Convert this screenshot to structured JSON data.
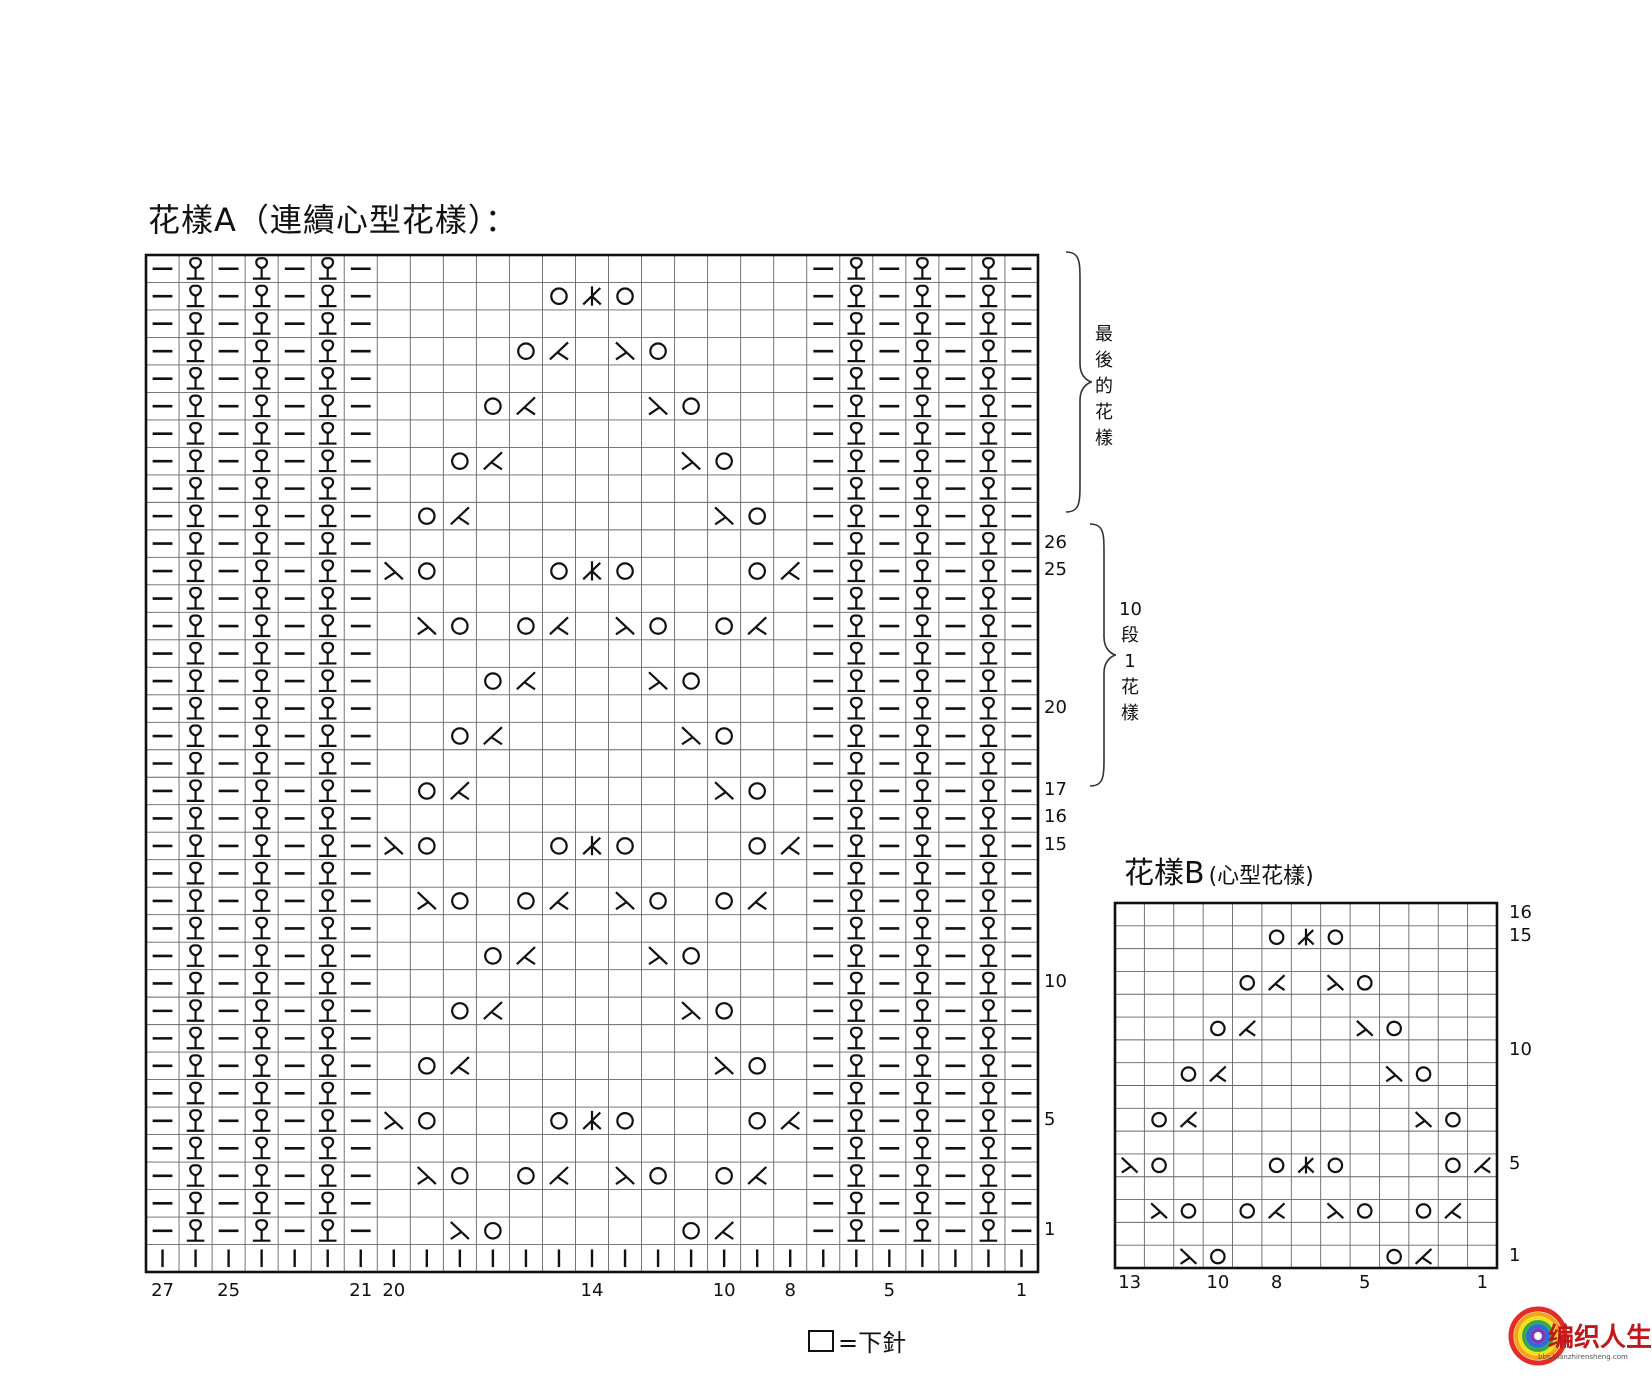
{
  "chart_a": {
    "title": "花樣A（連續心型花樣）：",
    "cols": 27,
    "rows_shown": 36,
    "row_labels": [
      {
        "row": 1,
        "text": "1"
      },
      {
        "row": 5,
        "text": "5"
      },
      {
        "row": 10,
        "text": "10"
      },
      {
        "row": 15,
        "text": "15"
      },
      {
        "row": 16,
        "text": "16"
      },
      {
        "row": 17,
        "text": "17"
      },
      {
        "row": 20,
        "text": "20"
      },
      {
        "row": 25,
        "text": "25"
      },
      {
        "row": 26,
        "text": "26"
      }
    ],
    "col_labels": [
      {
        "col": 27,
        "text": "27"
      },
      {
        "col": 25,
        "text": "25"
      },
      {
        "col": 21,
        "text": "21"
      },
      {
        "col": 20,
        "text": "20"
      },
      {
        "col": 14,
        "text": "14"
      },
      {
        "col": 10,
        "text": "10"
      },
      {
        "col": 8,
        "text": "8"
      },
      {
        "col": 5,
        "text": "5"
      },
      {
        "col": 1,
        "text": "1"
      }
    ],
    "bracket_top_text": [
      "最",
      "後",
      "的",
      "花",
      "樣"
    ],
    "bracket_mid_text": [
      "10",
      "段",
      "1",
      "花",
      "樣"
    ]
  },
  "chart_b": {
    "title": "花樣B",
    "subtitle": "(心型花樣)",
    "cols": 13,
    "rows": 16,
    "row_labels": [
      {
        "row": 1,
        "text": "1"
      },
      {
        "row": 5,
        "text": "5"
      },
      {
        "row": 10,
        "text": "10"
      },
      {
        "row": 15,
        "text": "15"
      },
      {
        "row": 16,
        "text": "16"
      }
    ],
    "col_labels": [
      {
        "col": 13,
        "text": "13"
      },
      {
        "col": 10,
        "text": "10"
      },
      {
        "col": 8,
        "text": "8"
      },
      {
        "col": 5,
        "text": "5"
      },
      {
        "col": 1,
        "text": "1"
      }
    ]
  },
  "legend": {
    "text": "=下針"
  },
  "watermark": {
    "text": "编织人生",
    "url": "bbs.bianzhirensheng.com"
  }
}
